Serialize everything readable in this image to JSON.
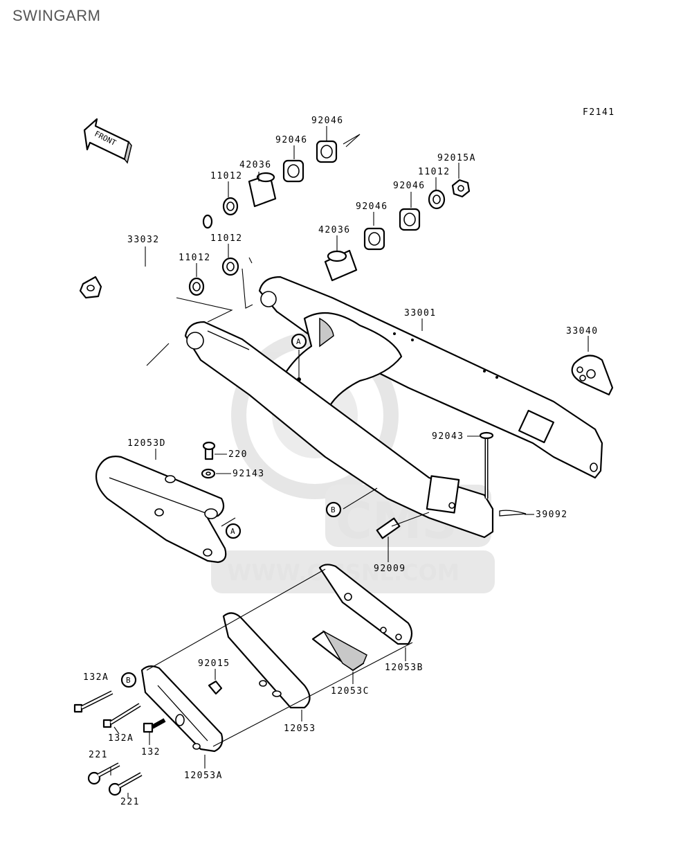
{
  "page": {
    "title": "SWINGARM"
  },
  "diagram": {
    "figure_code": "F2141",
    "front_label": "FRONT",
    "callouts": {
      "a": "A",
      "b": "B"
    },
    "watermark": {
      "brand": "CMS",
      "url": "WWW.CMSNL.COM"
    },
    "parts": {
      "p92046_a": "92046",
      "p92046_b": "92046",
      "p42036_a": "42036",
      "p11012_a": "11012",
      "p33032": "33032",
      "p11012_b": "11012",
      "p11012_c": "11012",
      "p92015a": "92015A",
      "p11012_d": "11012",
      "p92046_c": "92046",
      "p92046_d": "92046",
      "p42036_b": "42036",
      "p33001": "33001",
      "p33040": "33040",
      "p92043": "92043",
      "p12053d": "12053D",
      "p220": "220",
      "p92143": "92143",
      "p39092": "39092",
      "p92009": "92009",
      "p132a_a": "132A",
      "p92015": "92015",
      "p132a_b": "132A",
      "p132": "132",
      "p12053": "12053",
      "p12053c": "12053C",
      "p12053b": "12053B",
      "p221_a": "221",
      "p221_b": "221",
      "p12053a": "12053A"
    }
  }
}
